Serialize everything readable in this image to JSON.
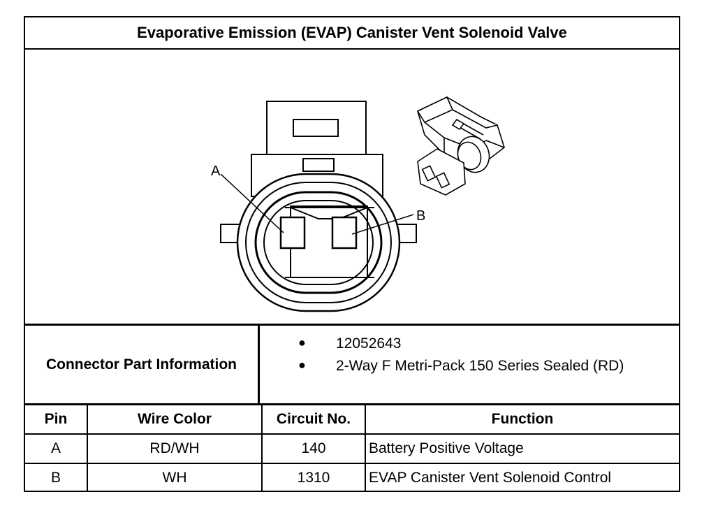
{
  "title": "Evaporative Emission (EVAP) Canister Vent Solenoid Valve",
  "diagram": {
    "pin_a_label": "A",
    "pin_b_label": "B"
  },
  "connector_info": {
    "label": "Connector Part Information",
    "items": [
      "12052643",
      "2-Way F Metri-Pack 150 Series Sealed (RD)"
    ]
  },
  "table": {
    "headers": [
      "Pin",
      "Wire Color",
      "Circuit No.",
      "Function"
    ],
    "rows": [
      [
        "A",
        "RD/WH",
        "140",
        "Battery Positive Voltage"
      ],
      [
        "B",
        "WH",
        "1310",
        "EVAP Canister Vent Solenoid Control"
      ]
    ]
  }
}
